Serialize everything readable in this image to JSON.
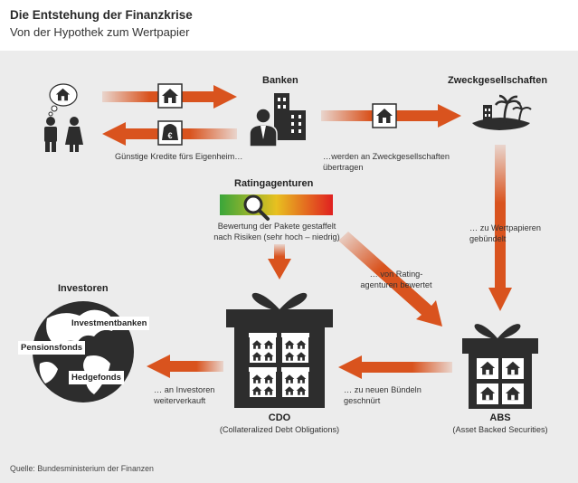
{
  "header": {
    "title": "Die Entstehung der Finanzkrise",
    "subtitle": "Von der Hypothek zum Wertpapier"
  },
  "nodes": {
    "banken": "Banken",
    "zweck": "Zweckgesellschaften",
    "rating": "Ratingagenturen",
    "investoren": "Investoren",
    "investmentbanken": "Investmentbanken",
    "pensionsfonds": "Pensionsfonds",
    "hedgefonds": "Hedgefonds",
    "cdo": "CDO",
    "cdo_full": "(Collateralized Debt Obligations)",
    "abs": "ABS",
    "abs_full": "(Asset Backed  Securities)"
  },
  "edges": {
    "kredite": "Günstige Kredite fürs Eigenheim…",
    "zweck_line1": "…werden an Zweckgesellschaften",
    "zweck_line2": "übertragen",
    "wertpapier_line1": "… zu Wertpapieren",
    "wertpapier_line2": "gebündelt",
    "bewertung_line1": "Bewertung der Pakete gestaffelt",
    "bewertung_line2": "nach Risiken (sehr hoch – niedrig)",
    "rating_line1": "… von Rating-",
    "rating_line2": "agenturen bewertet",
    "buendel_line1": "… zu neuen Bündeln",
    "buendel_line2": "geschnürt",
    "investoren_line1": "… an Investoren",
    "investoren_line2": "weiterverkauft"
  },
  "icons": {
    "euro_symbol": "€"
  },
  "colors": {
    "arrow": "#d9531e",
    "dark": "#2d2d2d"
  },
  "source": "Quelle: Bundesministerium der Finanzen"
}
